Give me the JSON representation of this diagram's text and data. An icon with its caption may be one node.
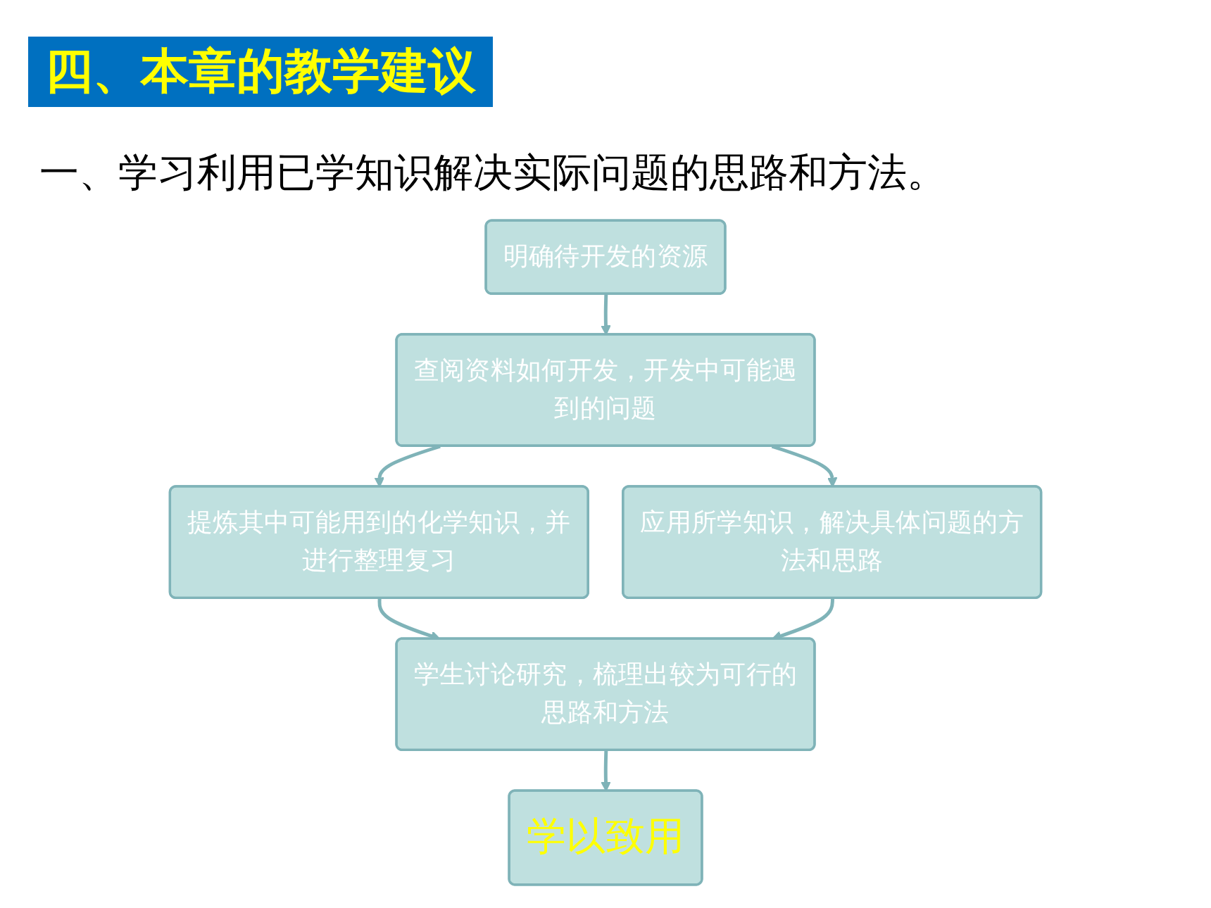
{
  "diagram": {
    "title": "四、本章的教学建议",
    "nodes": [
      {
        "text": [
          "明确待开发的资源"
        ]
      },
      {
        "text": [
          "查阅资料如何开发，开发中可能遇到的问题"
        ]
      },
      {
        "text": [
          "提炼其中可能用到的化学知识，并进行整理复习"
        ]
      },
      {
        "text": [
          "应用所学知识，解决具体问题的方法和思路"
        ]
      },
      {
        "text": [
          "学生讨论研究，梳理出较为可行的思路和方法"
        ]
      },
      {
        "text": [
          "学以致用"
        ]
      }
    ],
    "edges": [
      {
        "from": 0,
        "to": 1,
        "arrow": "to"
      },
      {
        "from": 1,
        "to": 2,
        "arrow": "to"
      },
      {
        "from": 1,
        "to": 3,
        "arrow": "to"
      },
      {
        "from": 2,
        "to": 4,
        "arrow": "to"
      },
      {
        "from": 3,
        "to": 4,
        "arrow": "to"
      },
      {
        "from": 4,
        "to": 5,
        "arrow": "to"
      }
    ],
    "labels": [
      "一、学习利用已学知识解决实际问题的思路和方法。"
    ]
  }
}
